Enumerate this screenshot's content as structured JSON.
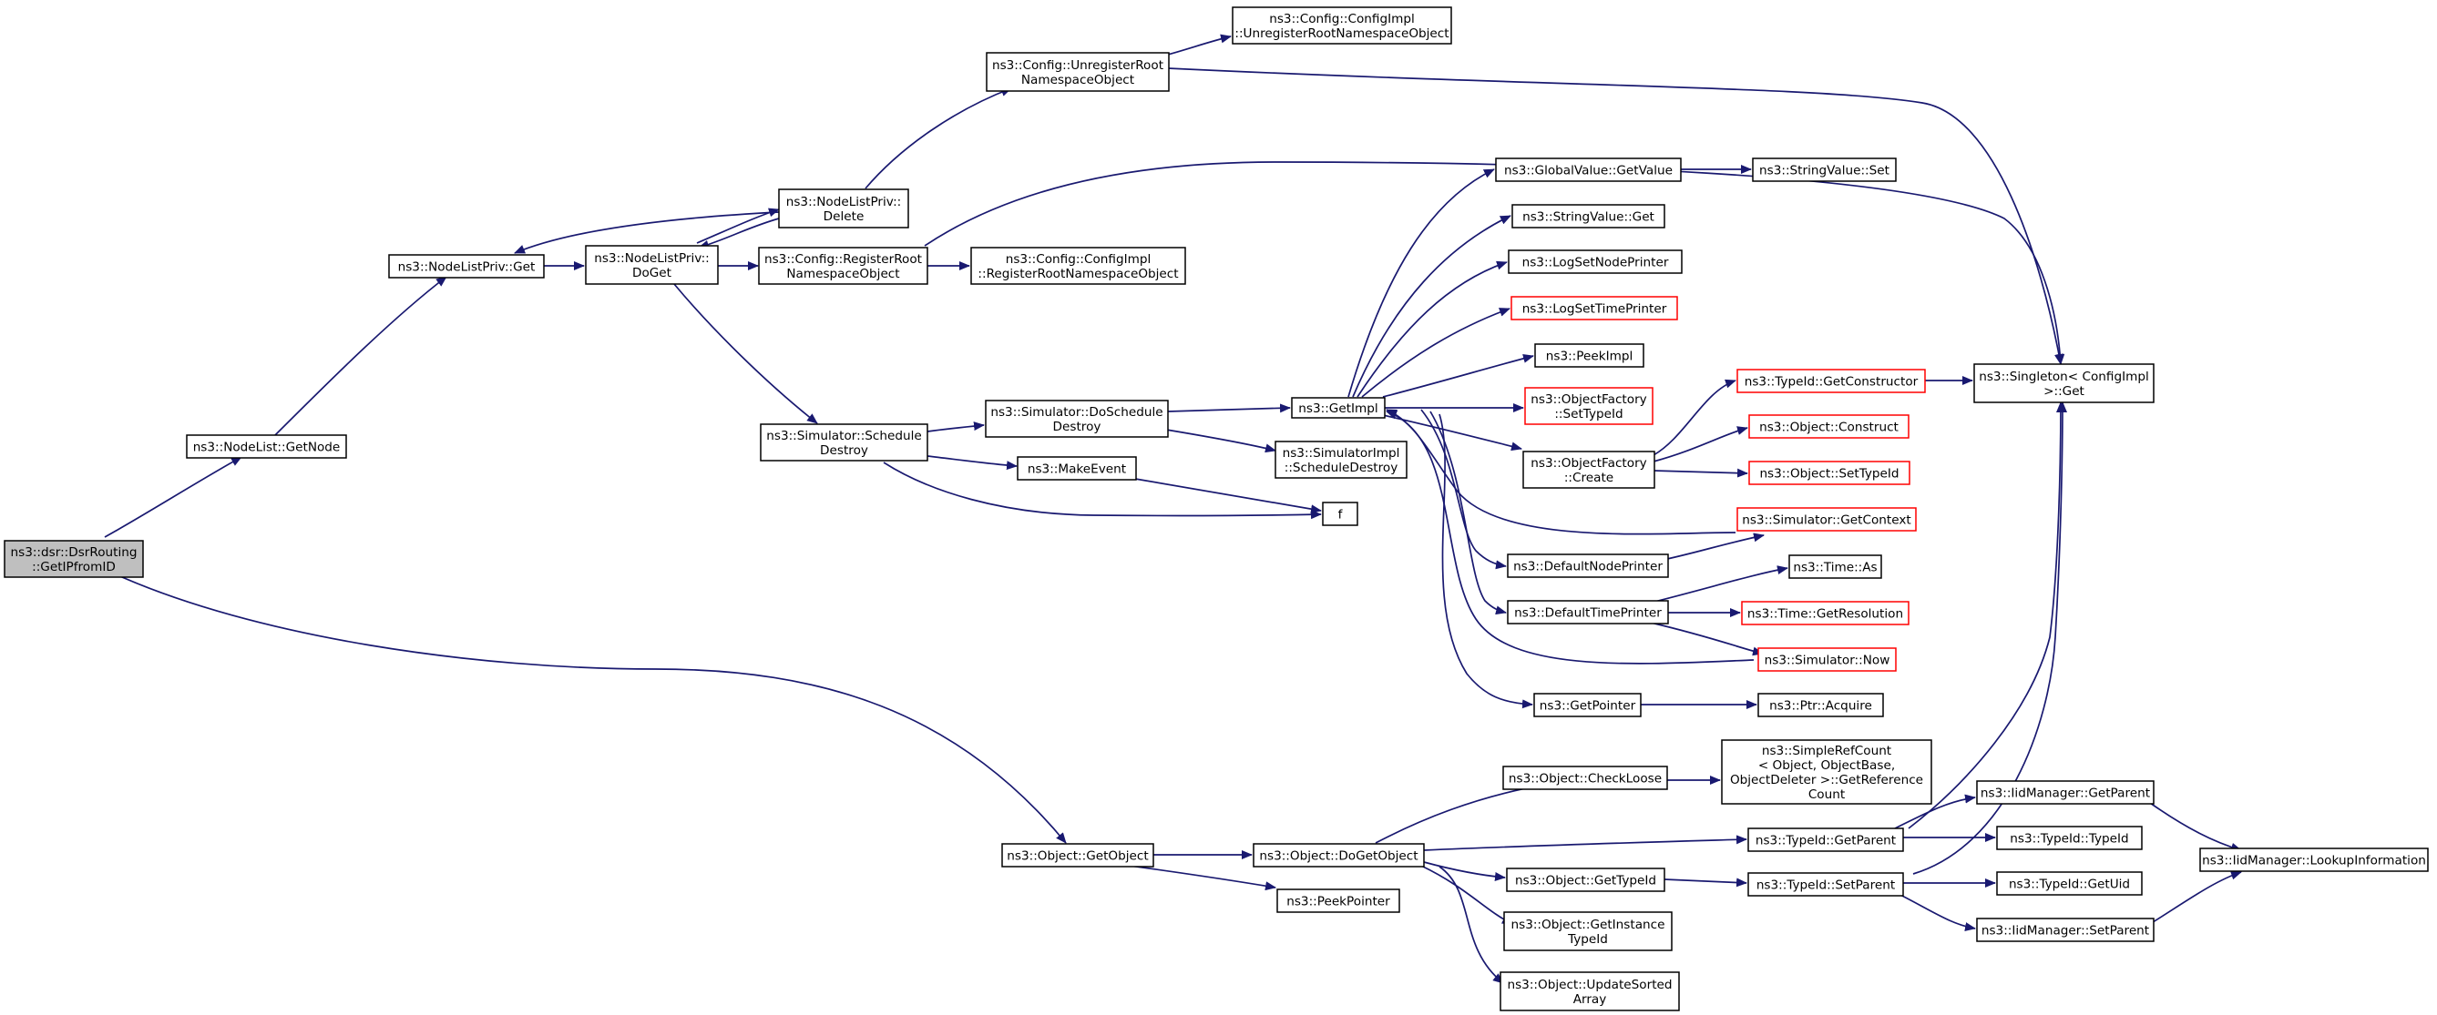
{
  "colors": {
    "edge": "#191970",
    "node_border": "#000000",
    "truncated_border": "#ff0000",
    "root_fill": "#bfbfbf"
  },
  "nodes": [
    {
      "id": "root",
      "lines": [
        "ns3::dsr::DsrRouting",
        "::GetIPfromID"
      ],
      "style": "grey"
    },
    {
      "id": "nodelist_getnode",
      "lines": [
        "ns3::NodeList::GetNode"
      ]
    },
    {
      "id": "nodelistpriv_get",
      "lines": [
        "ns3::NodeListPriv::Get"
      ]
    },
    {
      "id": "nodelistpriv_doget",
      "lines": [
        "ns3::NodeListPriv::",
        "DoGet"
      ]
    },
    {
      "id": "nodelistpriv_delete",
      "lines": [
        "ns3::NodeListPriv::",
        "Delete"
      ]
    },
    {
      "id": "config_unregister",
      "lines": [
        "ns3::Config::UnregisterRoot",
        "NamespaceObject"
      ]
    },
    {
      "id": "configimpl_unregister",
      "lines": [
        "ns3::Config::ConfigImpl",
        "::UnregisterRootNamespaceObject"
      ]
    },
    {
      "id": "config_register",
      "lines": [
        "ns3::Config::RegisterRoot",
        "NamespaceObject"
      ]
    },
    {
      "id": "configimpl_register",
      "lines": [
        "ns3::Config::ConfigImpl",
        "::RegisterRootNamespaceObject"
      ]
    },
    {
      "id": "simulator_scheduledestroy",
      "lines": [
        "ns3::Simulator::Schedule",
        "Destroy"
      ]
    },
    {
      "id": "simulator_doscheduledestroy",
      "lines": [
        "ns3::Simulator::DoSchedule",
        "Destroy"
      ]
    },
    {
      "id": "makeevent",
      "lines": [
        "ns3::MakeEvent"
      ]
    },
    {
      "id": "f",
      "lines": [
        "f"
      ]
    },
    {
      "id": "simulatorimpl_scheduledestroy",
      "lines": [
        "ns3::SimulatorImpl",
        "::ScheduleDestroy"
      ]
    },
    {
      "id": "getimpl",
      "lines": [
        "ns3::GetImpl"
      ]
    },
    {
      "id": "globalvalue_getvalue",
      "lines": [
        "ns3::GlobalValue::GetValue"
      ]
    },
    {
      "id": "stringvalue_set",
      "lines": [
        "ns3::StringValue::Set"
      ]
    },
    {
      "id": "stringvalue_get",
      "lines": [
        "ns3::StringValue::Get"
      ]
    },
    {
      "id": "logsetnodeprinter",
      "lines": [
        "ns3::LogSetNodePrinter"
      ]
    },
    {
      "id": "logsettimeprinter",
      "lines": [
        "ns3::LogSetTimePrinter"
      ],
      "style": "red"
    },
    {
      "id": "peekimpl",
      "lines": [
        "ns3::PeekImpl"
      ]
    },
    {
      "id": "objectfactory_settypeid",
      "lines": [
        "ns3::ObjectFactory",
        "::SetTypeId"
      ],
      "style": "red"
    },
    {
      "id": "objectfactory_create",
      "lines": [
        "ns3::ObjectFactory",
        "::Create"
      ]
    },
    {
      "id": "typeid_getconstructor",
      "lines": [
        "ns3::TypeId::GetConstructor"
      ],
      "style": "red"
    },
    {
      "id": "object_construct",
      "lines": [
        "ns3::Object::Construct"
      ],
      "style": "red"
    },
    {
      "id": "object_settypeid",
      "lines": [
        "ns3::Object::SetTypeId"
      ],
      "style": "red"
    },
    {
      "id": "simulator_getcontext",
      "lines": [
        "ns3::Simulator::GetContext"
      ],
      "style": "red"
    },
    {
      "id": "defaultnodeprinter",
      "lines": [
        "ns3::DefaultNodePrinter"
      ]
    },
    {
      "id": "defaulttimeprinter",
      "lines": [
        "ns3::DefaultTimePrinter"
      ]
    },
    {
      "id": "time_as",
      "lines": [
        "ns3::Time::As"
      ]
    },
    {
      "id": "time_getresolution",
      "lines": [
        "ns3::Time::GetResolution"
      ],
      "style": "red"
    },
    {
      "id": "simulator_now",
      "lines": [
        "ns3::Simulator::Now"
      ],
      "style": "red"
    },
    {
      "id": "getpointer",
      "lines": [
        "ns3::GetPointer"
      ]
    },
    {
      "id": "ptr_acquire",
      "lines": [
        "ns3::Ptr::Acquire"
      ]
    },
    {
      "id": "singleton_get",
      "lines": [
        "ns3::Singleton< ConfigImpl",
        " >::Get"
      ]
    },
    {
      "id": "object_getobject",
      "lines": [
        "ns3::Object::GetObject"
      ]
    },
    {
      "id": "object_dogetobject",
      "lines": [
        "ns3::Object::DoGetObject"
      ]
    },
    {
      "id": "peekpointer",
      "lines": [
        "ns3::PeekPointer"
      ]
    },
    {
      "id": "object_checkloose",
      "lines": [
        "ns3::Object::CheckLoose"
      ]
    },
    {
      "id": "simplerefcount",
      "lines": [
        "ns3::SimpleRefCount",
        "< Object, ObjectBase,",
        "ObjectDeleter >::GetReference",
        "Count"
      ]
    },
    {
      "id": "typeid_getparent",
      "lines": [
        "ns3::TypeId::GetParent"
      ]
    },
    {
      "id": "object_gettypeid",
      "lines": [
        "ns3::Object::GetTypeId"
      ]
    },
    {
      "id": "typeid_setparent",
      "lines": [
        "ns3::TypeId::SetParent"
      ]
    },
    {
      "id": "object_getinstancetypeid",
      "lines": [
        "ns3::Object::GetInstance",
        "TypeId"
      ]
    },
    {
      "id": "object_updatesortedarray",
      "lines": [
        "ns3::Object::UpdateSorted",
        "Array"
      ]
    },
    {
      "id": "iidmanager_getparent",
      "lines": [
        "ns3::IidManager::GetParent"
      ]
    },
    {
      "id": "typeid_typeid",
      "lines": [
        "ns3::TypeId::TypeId"
      ]
    },
    {
      "id": "typeid_getuid",
      "lines": [
        "ns3::TypeId::GetUid"
      ]
    },
    {
      "id": "iidmanager_setparent",
      "lines": [
        "ns3::IidManager::SetParent"
      ]
    },
    {
      "id": "iidmanager_lookupinformation",
      "lines": [
        "ns3::IidManager::LookupInformation"
      ]
    }
  ]
}
